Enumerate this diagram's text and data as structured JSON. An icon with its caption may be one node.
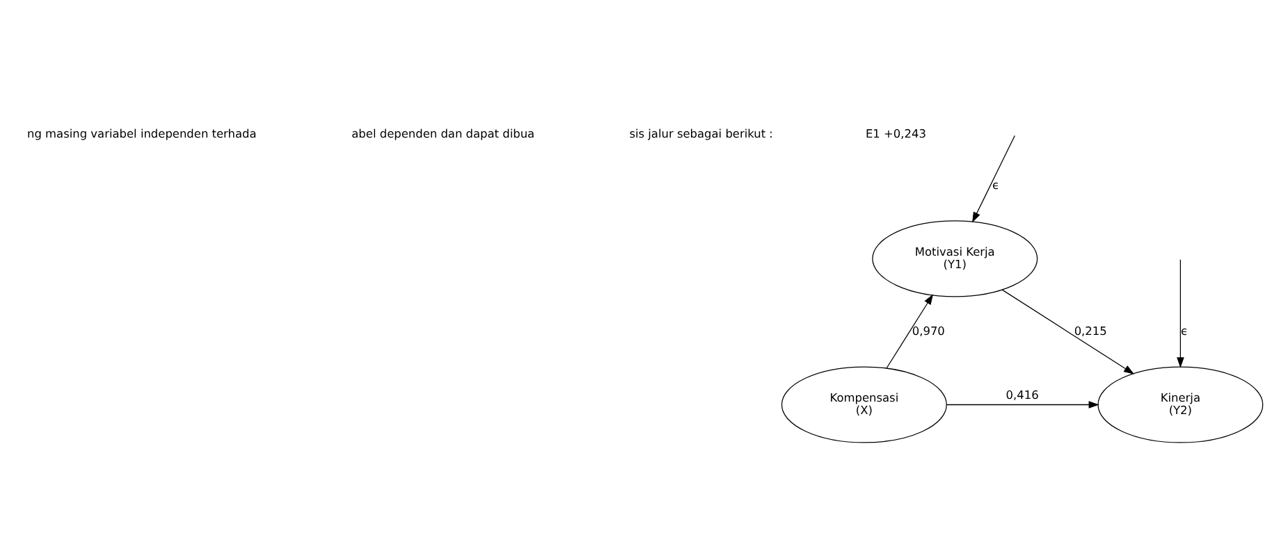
{
  "diagram": {
    "nodes": [
      {
        "text": [
          "Motivasi Kerja",
          "(Y1)"
        ]
      },
      {
        "text": [
          "Kompensasi",
          "(X)"
        ]
      },
      {
        "text": [
          "Kinerja",
          "(Y2)"
        ]
      }
    ],
    "edges": [
      {
        "from": null,
        "to": 0,
        "arrow": "to",
        "label": "ϵ"
      },
      {
        "from": 1,
        "to": 0,
        "arrow": "to",
        "label": "0,970"
      },
      {
        "from": 0,
        "to": 2,
        "arrow": "to",
        "label": "0,215"
      },
      {
        "from": null,
        "to": 2,
        "arrow": "to",
        "label": "ϵ"
      },
      {
        "from": 1,
        "to": 2,
        "arrow": "to",
        "label": "0,416"
      }
    ],
    "labels": [
      "ng masing variabel independen terhada",
      "abel dependen dan dapat dibua",
      "sis jalur sebagai berikut :",
      "E1 +0,243"
    ]
  }
}
